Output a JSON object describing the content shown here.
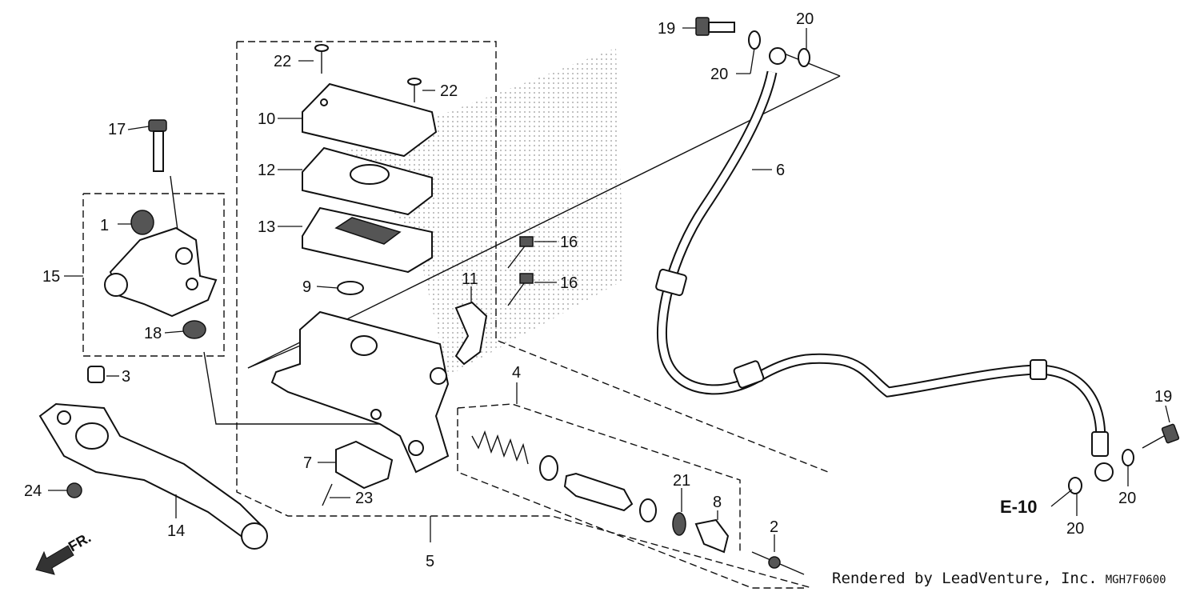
{
  "diagram": {
    "callouts": {
      "p1": "1",
      "p2": "2",
      "p3": "3",
      "p4": "4",
      "p5": "5",
      "p6": "6",
      "p7": "7",
      "p8": "8",
      "p9": "9",
      "p10": "10",
      "p11": "11",
      "p12": "12",
      "p13": "13",
      "p14": "14",
      "p15": "15",
      "p16a": "16",
      "p16b": "16",
      "p17": "17",
      "p18": "18",
      "p19a": "19",
      "p19b": "19",
      "p20a": "20",
      "p20b": "20",
      "p20c": "20",
      "p20d": "20",
      "p20e": "20",
      "p21": "21",
      "p22a": "22",
      "p22b": "22",
      "p23": "23",
      "p24": "24"
    },
    "reference": "E-10",
    "front_marker": "FR."
  },
  "footer": {
    "credit": "Rendered by LeadVenture, Inc.",
    "code": "MGH7F0600"
  }
}
